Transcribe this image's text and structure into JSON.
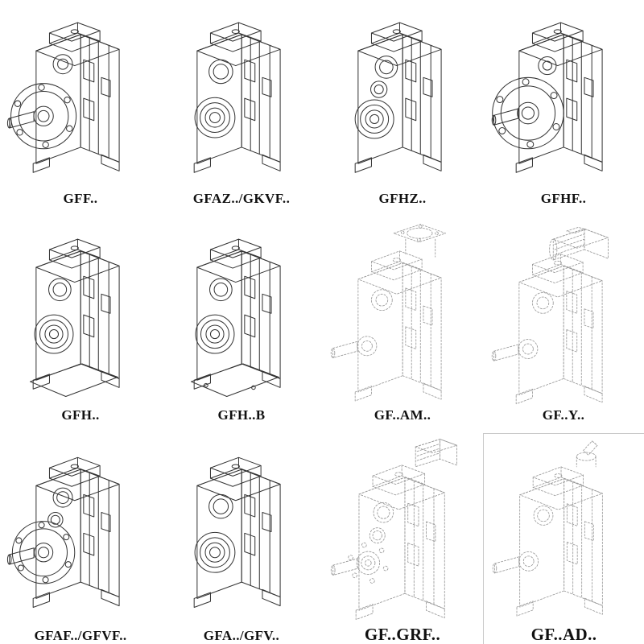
{
  "page": {
    "background": "#ffffff",
    "description": "Catalog sheet of parallel shaft helical gearbox line drawings, 4 columns by 3 rows"
  },
  "colors": {
    "line": "#343434",
    "phantom_line": "#989898",
    "label": "#101010",
    "cell_border": "#c9c9c9",
    "background": "#ffffff"
  },
  "catalog": {
    "items": [
      {
        "label": "GFF..",
        "variant": "flange-shaft",
        "style": "solid",
        "emphasis": false,
        "boxed": false
      },
      {
        "label": "GFAZ../GKVF..",
        "variant": "bores",
        "style": "solid",
        "emphasis": false,
        "boxed": false
      },
      {
        "label": "GFHZ..",
        "variant": "bearing",
        "style": "solid",
        "emphasis": false,
        "boxed": false
      },
      {
        "label": "GFHF..",
        "variant": "flange-large",
        "style": "solid",
        "emphasis": false,
        "boxed": false
      },
      {
        "label": "GFH..",
        "variant": "bores-foot",
        "style": "solid",
        "emphasis": false,
        "boxed": false
      },
      {
        "label": "GFH..B",
        "variant": "bores-foot-b",
        "style": "solid",
        "emphasis": false,
        "boxed": false
      },
      {
        "label": "GF..AM..",
        "variant": "phantom-top-flange",
        "style": "phantom",
        "emphasis": false,
        "boxed": false
      },
      {
        "label": "GF..Y..",
        "variant": "phantom-motor",
        "style": "phantom",
        "emphasis": false,
        "boxed": false
      },
      {
        "label": "GFAF../GFVF..",
        "variant": "flange-bores",
        "style": "solid",
        "emphasis": false,
        "boxed": false
      },
      {
        "label": "GFA../GFV..",
        "variant": "bores",
        "style": "solid",
        "emphasis": false,
        "boxed": false
      },
      {
        "label": "GF..GRF..",
        "variant": "phantom-motor-large",
        "style": "phantom",
        "emphasis": true,
        "boxed": false
      },
      {
        "label": "GF..AD..",
        "variant": "phantom-adapter",
        "style": "phantom",
        "emphasis": true,
        "boxed": true
      }
    ]
  }
}
